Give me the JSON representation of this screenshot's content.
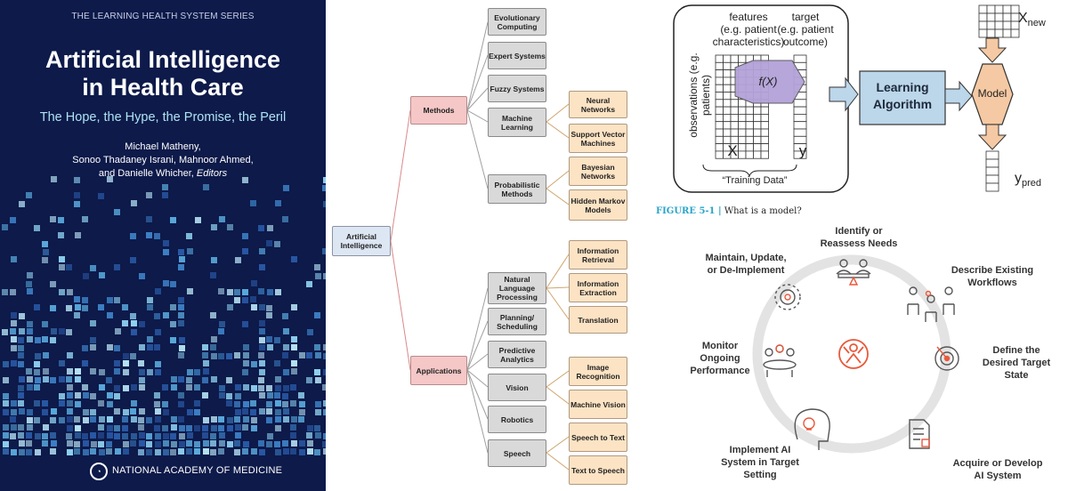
{
  "cover": {
    "series": "THE LEARNING HEALTH SYSTEM SERIES",
    "title_line1": "Artificial Intelligence",
    "title_line2": "in Health Care",
    "subtitle": "The Hope, the Hype, the Promise, the Peril",
    "author_line1": "Michael Matheny,",
    "author_line2": "Sonoo Thadaney Israni, Mahnoor Ahmed,",
    "author_line3": "and Danielle Whicher,",
    "editors": "Editors",
    "publisher": "NATIONAL ACADEMY OF MEDICINE",
    "colors": {
      "background": "#0d1a4a",
      "subtitle": "#aee3f2",
      "pixels": [
        "#3d7fc4",
        "#5aa9dc",
        "#8fd0ef",
        "#2a5aa8",
        "#b8e4f5"
      ]
    }
  },
  "taxonomy": {
    "root": "Artificial Intelligence",
    "methods": "Methods",
    "applications": "Applications",
    "evolutionary": "Evolutionary Computing",
    "expert": "Expert Systems",
    "fuzzy": "Fuzzy Systems",
    "machine_learning": "Machine Learning",
    "probabilistic": "Probabilistic Methods",
    "neural": "Neural Networks",
    "svm": "Support Vector Machines",
    "bayesian": "Bayesian Networks",
    "hmm": "Hidden Markov Models",
    "nlp": "Natural Language Processing",
    "planning": "Planning/ Scheduling",
    "predictive": "Predictive Analytics",
    "vision": "Vision",
    "robotics": "Robotics",
    "speech": "Speech",
    "info_retrieval": "Information Retrieval",
    "info_extraction": "Information Extraction",
    "translation": "Translation",
    "image_recognition": "Image Recognition",
    "machine_vision": "Machine Vision",
    "speech_to_text": "Speech to Text",
    "text_to_speech": "Text to Speech"
  },
  "model_figure": {
    "features": "features",
    "features_sub1": "(e.g. patient",
    "features_sub2": "characteristics)",
    "target": "target",
    "target_sub1": "(e.g. patient",
    "target_sub2": "outcome)",
    "observations": "observations (e.g. patients)",
    "fx": "f(X)",
    "x_label": "X",
    "y_label": "y",
    "training_data": "“Training Data”",
    "learning_algorithm_1": "Learning",
    "learning_algorithm_2": "Algorithm",
    "model": "Model",
    "x_new_base": "X",
    "x_new_sub": "new",
    "y_pred_base": "y",
    "y_pred_sub": "pred",
    "caption_fig": "FIGURE 5-1 |",
    "caption_text": "What is a model?",
    "colors": {
      "fx": "#b3a2d9",
      "learning": "#bcd6ea",
      "model": "#f5c9a3",
      "arrow": "#f5c9a3"
    }
  },
  "cycle": {
    "identify_1": "Identify or",
    "identify_2": "Reassess Needs",
    "describe_1": "Describe Existing",
    "describe_2": "Workflows",
    "define_1": "Define the",
    "define_2": "Desired Target",
    "define_3": "State",
    "acquire_1": "Acquire or Develop",
    "acquire_2": "AI System",
    "implement_1": "Implement AI",
    "implement_2": "System in Target",
    "implement_3": "Setting",
    "monitor_1": "Monitor",
    "monitor_2": "Ongoing",
    "monitor_3": "Performance",
    "maintain_1": "Maintain, Update,",
    "maintain_2": "or De-Implement",
    "colors": {
      "ring": "#e3e3e3",
      "accent": "#e8593c",
      "icon": "#555555"
    }
  }
}
